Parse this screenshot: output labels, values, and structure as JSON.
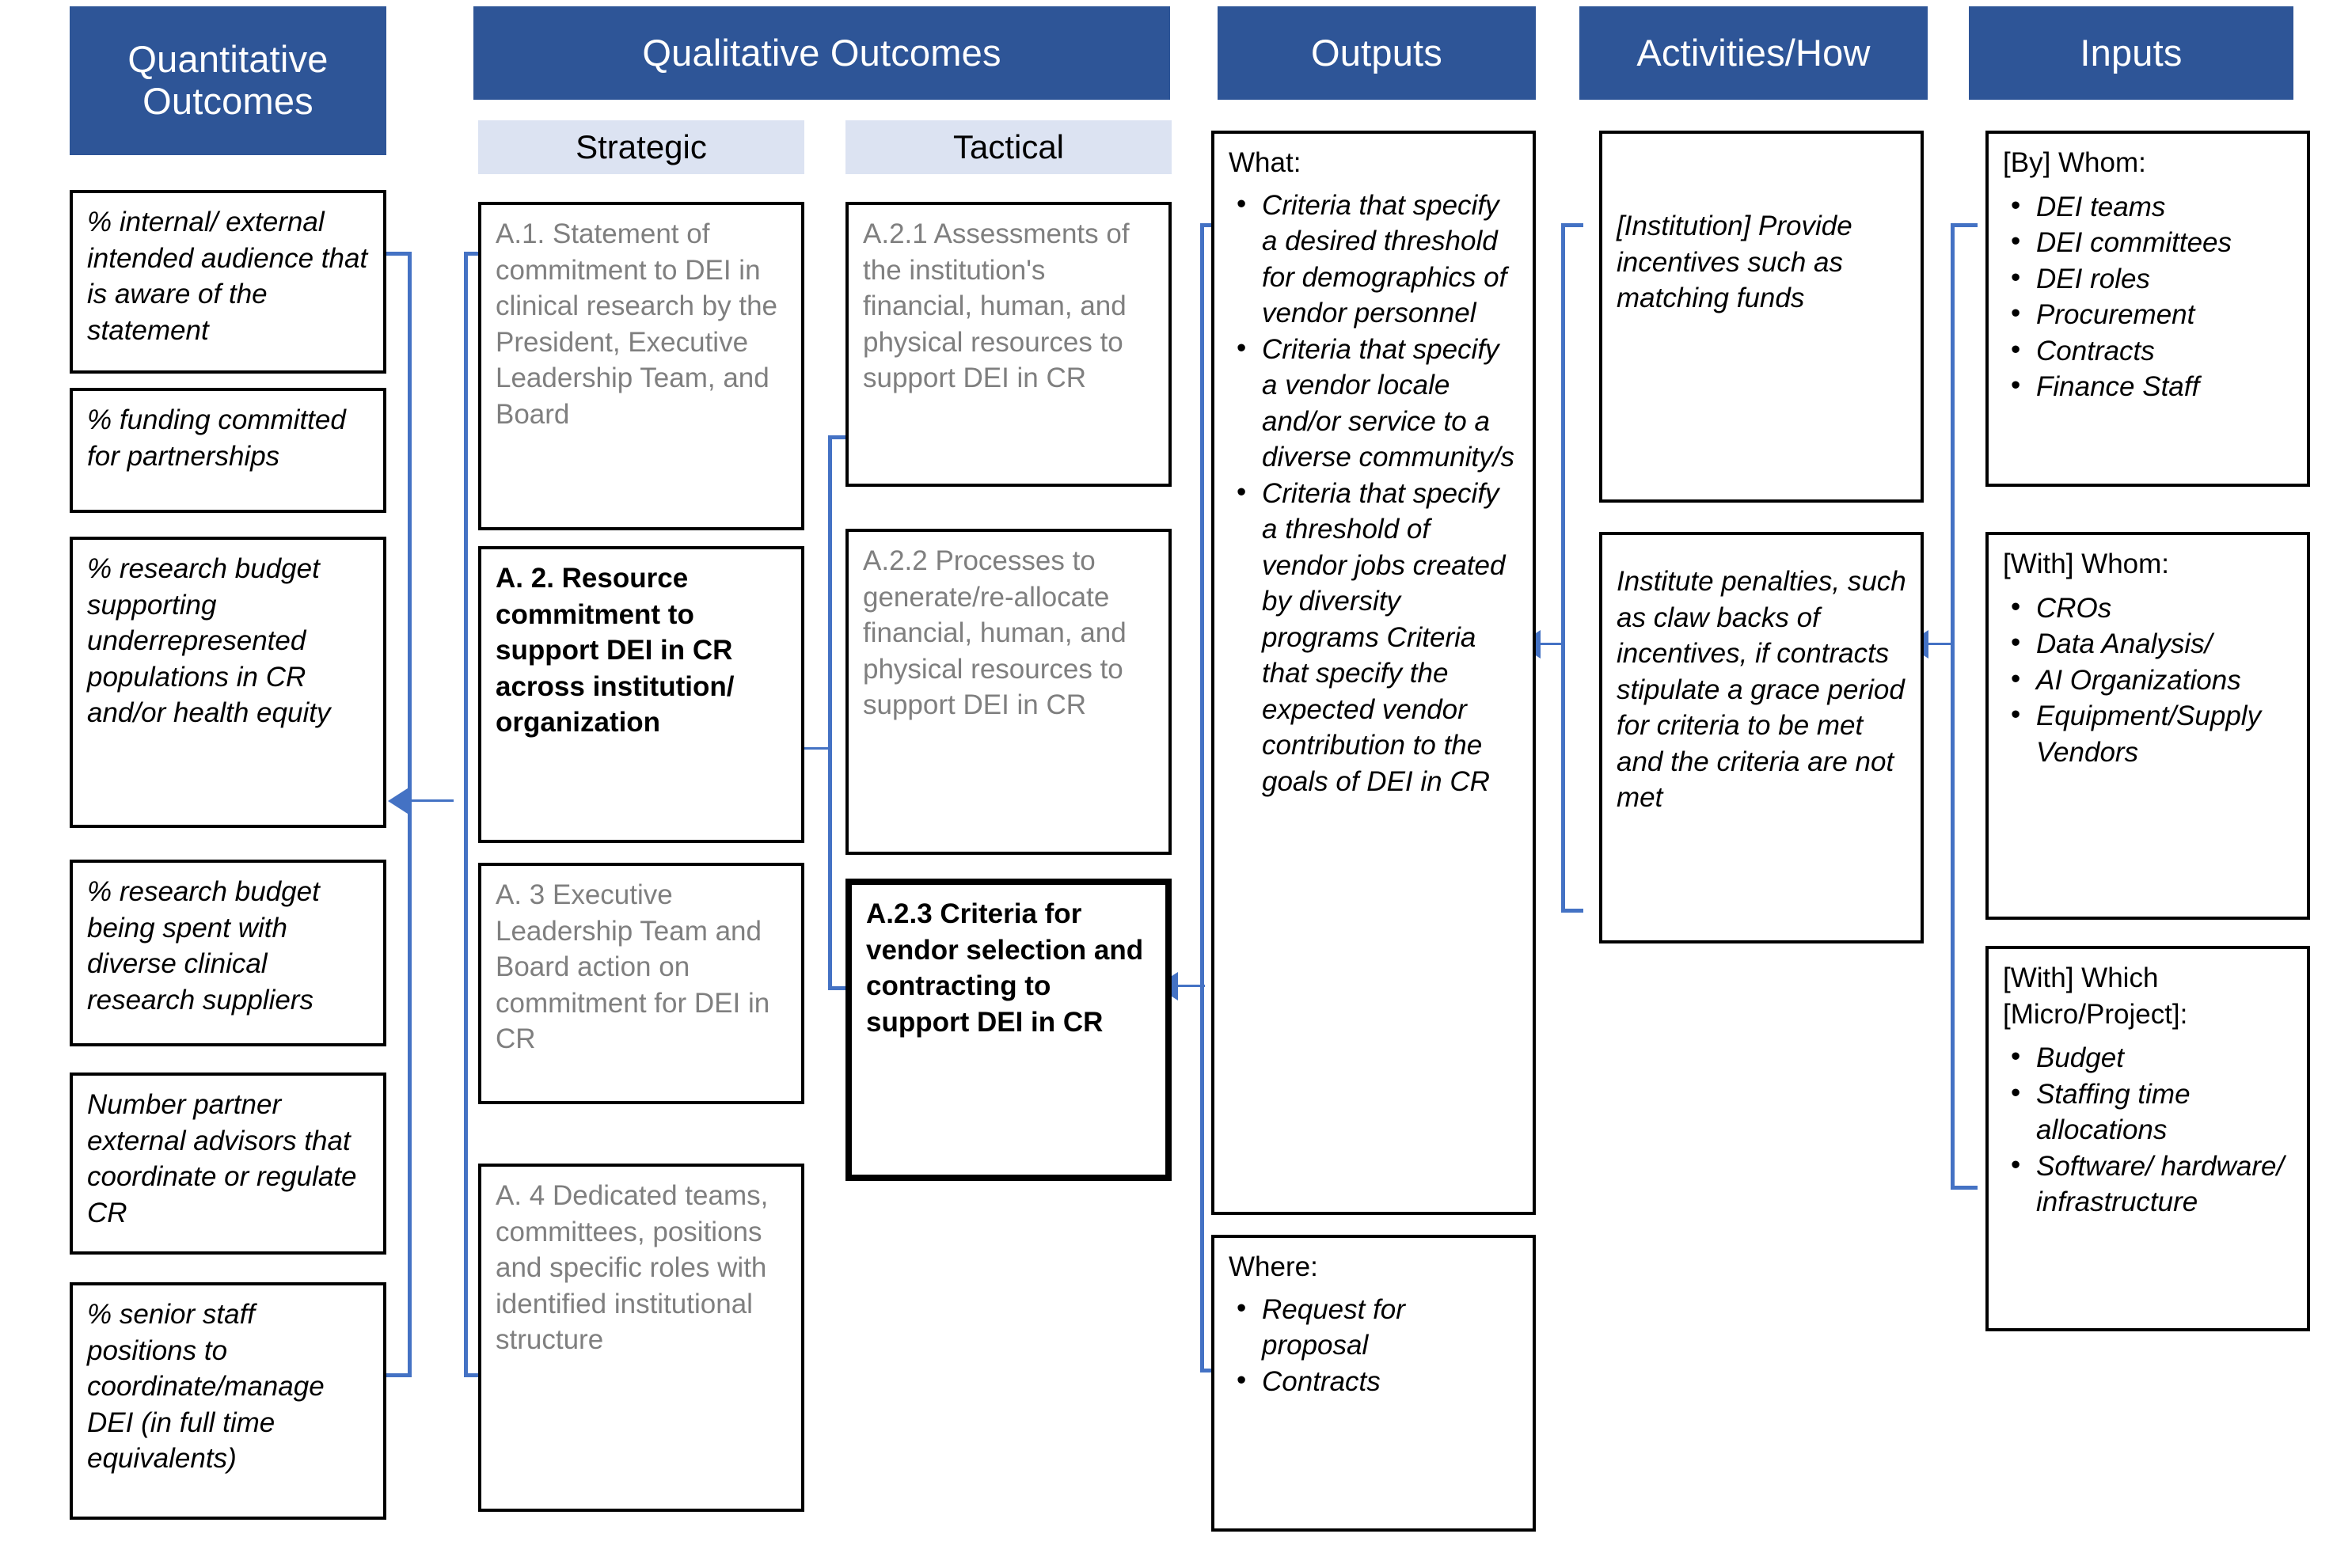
{
  "columns": {
    "quantitative": {
      "header": "Quantitative Outcomes",
      "boxes": [
        "% internal/ external intended audience that is aware of the statement",
        "% funding committed for partnerships",
        "% research budget supporting underrepresented populations in CR and/or health equity",
        "% research budget being spent with diverse clinical research suppliers",
        "Number partner external advisors that coordinate or regulate CR",
        "% senior staff positions to coordinate/manage DEI (in full time equivalents)"
      ]
    },
    "qualitative": {
      "header": "Qualitative Outcomes",
      "strategic": {
        "subheader": "Strategic",
        "boxes": [
          {
            "text": "A.1. Statement of commitment to DEI in clinical research by the President, Executive Leadership Team, and Board",
            "style": "grey"
          },
          {
            "text": "A. 2. Resource commitment to support DEI in CR across institution/ organization",
            "style": "bold"
          },
          {
            "text": "A. 3 Executive Leadership Team and Board action on commitment for DEI in CR",
            "style": "grey"
          },
          {
            "text": "A. 4 Dedicated teams, committees, positions and specific roles with identified institutional structure",
            "style": "grey"
          }
        ]
      },
      "tactical": {
        "subheader": "Tactical",
        "boxes": [
          {
            "text": "A.2.1 Assessments of the institution's financial, human, and physical resources to support DEI in CR",
            "style": "grey"
          },
          {
            "text": "A.2.2 Processes to generate/re-allocate financial, human, and physical resources to support DEI in CR",
            "style": "grey"
          },
          {
            "text": "A.2.3 Criteria for vendor selection and contracting to support DEI in CR",
            "style": "bold"
          }
        ]
      }
    },
    "outputs": {
      "header": "Outputs",
      "what": {
        "label": "What:",
        "items": [
          "Criteria that specify a desired threshold for demographics of vendor personnel",
          "Criteria that specify a vendor locale and/or service to a diverse community/s",
          "Criteria that specify a threshold of vendor jobs created by diversity programs Criteria that specify the expected vendor contribution to the goals of DEI in CR"
        ]
      },
      "where": {
        "label": "Where:",
        "items": [
          "Request for proposal",
          "Contracts"
        ]
      }
    },
    "activities": {
      "header": "Activities/How",
      "boxes": [
        "[Institution] Provide incentives such as matching funds",
        "Institute penalties, such as claw backs of incentives, if contracts stipulate a grace period for criteria to be met and the criteria are not met"
      ]
    },
    "inputs": {
      "header": "Inputs",
      "groups": [
        {
          "label": "[By] Whom:",
          "items": [
            "DEI teams",
            "DEI committees",
            "DEI roles",
            "Procurement",
            "Contracts",
            "Finance Staff"
          ]
        },
        {
          "label": "[With] Whom:",
          "items": [
            "CROs",
            "Data Analysis/",
            "AI Organizations",
            "Equipment/Supply Vendors"
          ]
        },
        {
          "label": "[With] Which [Micro/Project]:",
          "items": [
            "Budget",
            "Staffing time allocations",
            "Software/ hardware/ infrastructure"
          ]
        }
      ]
    }
  },
  "colors": {
    "header_bg": "#2E5597",
    "subheader_bg": "#DCE3F2",
    "connector": "#4472C4",
    "muted_text": "#7F7F7F",
    "box_border": "#000000"
  }
}
